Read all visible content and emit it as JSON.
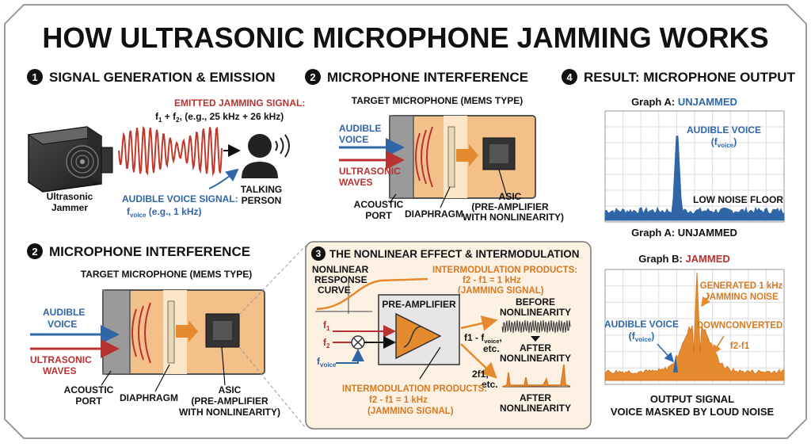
{
  "title": "HOW ULTRASONIC MICROPHONE JAMMING WORKS",
  "colors": {
    "red": "#b83232",
    "blue": "#2f66a8",
    "orange": "#e58a2e",
    "dark": "#111111",
    "panel": "#fdf1e4"
  },
  "sec1": {
    "num": "1",
    "title": "SIGNAL GENERATION & EMISSION",
    "emitted_l1": "EMITTED JAMMING SIGNAL:",
    "emitted_f1": "f",
    "sub1": "1",
    "plus": " + f",
    "sub2": "2",
    "emitted_tail": ", (e.g., 25 kHz + 26 kHz)",
    "jammer_l1": "Ultrasonic",
    "jammer_l2": "Jammer",
    "voice_l1": "AUDIBLE VOICE SIGNAL:",
    "voice_f": "f",
    "voice_sub": "voice",
    "voice_tail": " (e.g., 1 kHz)",
    "person_l1": "TALKING",
    "person_l2": "PERSON",
    "icons": {
      "jammer": "speaker-box-icon",
      "person": "talking-person-icon"
    }
  },
  "sec2top": {
    "num": "2",
    "title": "MICROPHONE INTERFERENCE",
    "target": "TARGET MICROPHONE (MEMS TYPE)",
    "audible_l1": "AUDIBLE",
    "audible_l2": "VOICE",
    "ultra_l1": "ULTRASONIC",
    "ultra_l2": "WAVES",
    "acoustic_l1": "ACOUSTIC",
    "acoustic_l2": "PORT",
    "diaphragm": "DIAPHRAGM",
    "asic_l1": "ASIC",
    "asic_l2": "(PRE-AMPLIFIER",
    "asic_l3": "WITH NONLINEARITY)"
  },
  "sec2bot": {
    "num": "2",
    "title": "MICROPHONE INTERFERENCE",
    "target": "TARGET MICROPHONE (MEMS TYPE)",
    "audible_l1": "AUDIBLE",
    "audible_l2": "VOICE",
    "ultra_l1": "ULTRASONIC",
    "ultra_l2": "WAVES",
    "acoustic_l1": "ACOUSTIC",
    "acoustic_l2": "PORT",
    "diaphragm": "DIAPHRAGM",
    "asic_l1": "ASIC",
    "asic_l2": "(PRE-AMPLIFIER",
    "asic_l3": "WITH NONLINEARITY)"
  },
  "sec3": {
    "num": "3",
    "title": "THE NONLINEAR EFFECT & INTERMODULATION",
    "curve_l1": "NONLINEAR",
    "curve_l2": "RESPONSE",
    "curve_l3": "CURVE",
    "imp_top_l1": "INTERMODULATION PRODUCTS:",
    "imp_top_l2": "f2 - f1 = 1 kHz",
    "imp_top_l3": "(JAMMING SIGNAL)",
    "preamp": "PRE-AMPLIFIER",
    "f": "f",
    "s1": "1",
    "s2": "2",
    "svoice": "voice",
    "before_l1": "BEFORE",
    "before_l2": "NONLINEARITY",
    "after_l1": "AFTER",
    "after_l2": "NONLINEARITY",
    "after2_l1": "AFTER",
    "after2_l2": "NONLINEARITY",
    "out1_l1": "f1 - f",
    "out1_sub": "voice",
    "out1_tail": ",",
    "out1_l2": "etc.",
    "out2_l1": "2f1,",
    "out2_l2": "etc.",
    "imp_bot_l1": "INTERMODULATION PRODUCTS:",
    "imp_bot_l2": "f2 - f1 = 1 kHz",
    "imp_bot_l3": "(JAMMING SIGNAL)"
  },
  "sec4": {
    "num": "4",
    "title": "RESULT: MICROPHONE OUTPUT",
    "graphA_prefix": "Graph A: ",
    "graphA_state": "UNJAMMED",
    "voice_l1": "AUDIBLE VOICE",
    "voice_f": "(f",
    "voice_sub": "voice",
    "voice_close": ")",
    "noise_floor": "LOW NOISE FLOOR",
    "graphA2": "Graph A: UNJAMMED",
    "graphB_prefix": "Graph B: ",
    "graphB_state": "JAMMED",
    "gen_l1": "GENERATED 1 kHz",
    "gen_l2": "JAMMING NOISE",
    "down_l1": "DOWNCONVERTED",
    "down_l2": "f2-f1",
    "bvoice_l1": "AUDIBLE VOICE",
    "bvoice_f": "(f",
    "bvoice_sub": "voice",
    "bvoice_close": ")",
    "out_l1": "OUTPUT SIGNAL",
    "out_l2": "VOICE MASKED BY LOUD NOISE"
  }
}
